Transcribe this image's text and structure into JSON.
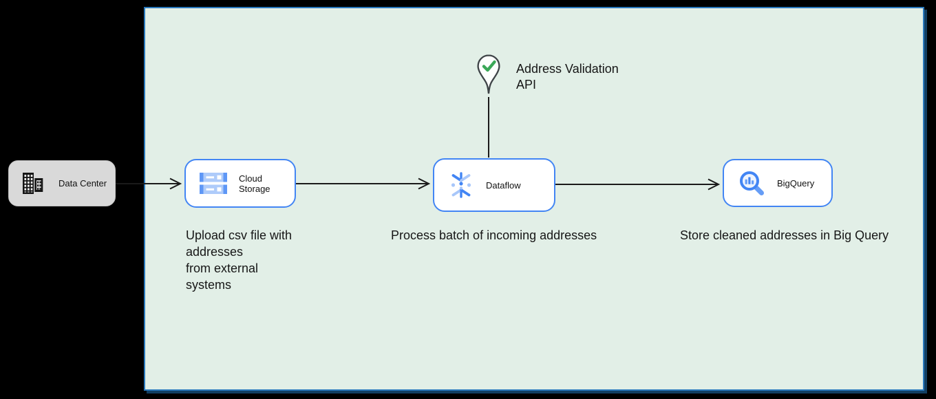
{
  "canvas": {
    "fill": "#e2efe7",
    "border_color": "#2a79bd",
    "shadow_color": "#123f63"
  },
  "external_node": {
    "label": "Data Center",
    "icon": "building-icon",
    "fill": "#d9d9d9"
  },
  "nodes": [
    {
      "label": "Cloud Storage",
      "icon": "cloud-storage-icon",
      "caption": "Upload csv file with\naddresses\nfrom external\nsystems"
    },
    {
      "label": "Dataflow",
      "icon": "dataflow-icon",
      "caption": "Process batch of incoming addresses"
    },
    {
      "label": "BigQuery",
      "icon": "bigquery-icon",
      "caption": "Store cleaned addresses in Big Query"
    }
  ],
  "api_marker": {
    "label": "Address Validation\nAPI",
    "icon": "map-pin-check-icon",
    "check_color": "#3aa757",
    "outline_color": "#3e4347"
  },
  "colors": {
    "node_border": "#4285f4",
    "gcp_blue": "#4285f4",
    "gcp_blue_light": "#aecbfa",
    "arrow": "#1a1a1a",
    "text": "#161616",
    "page_background": "#000000"
  }
}
